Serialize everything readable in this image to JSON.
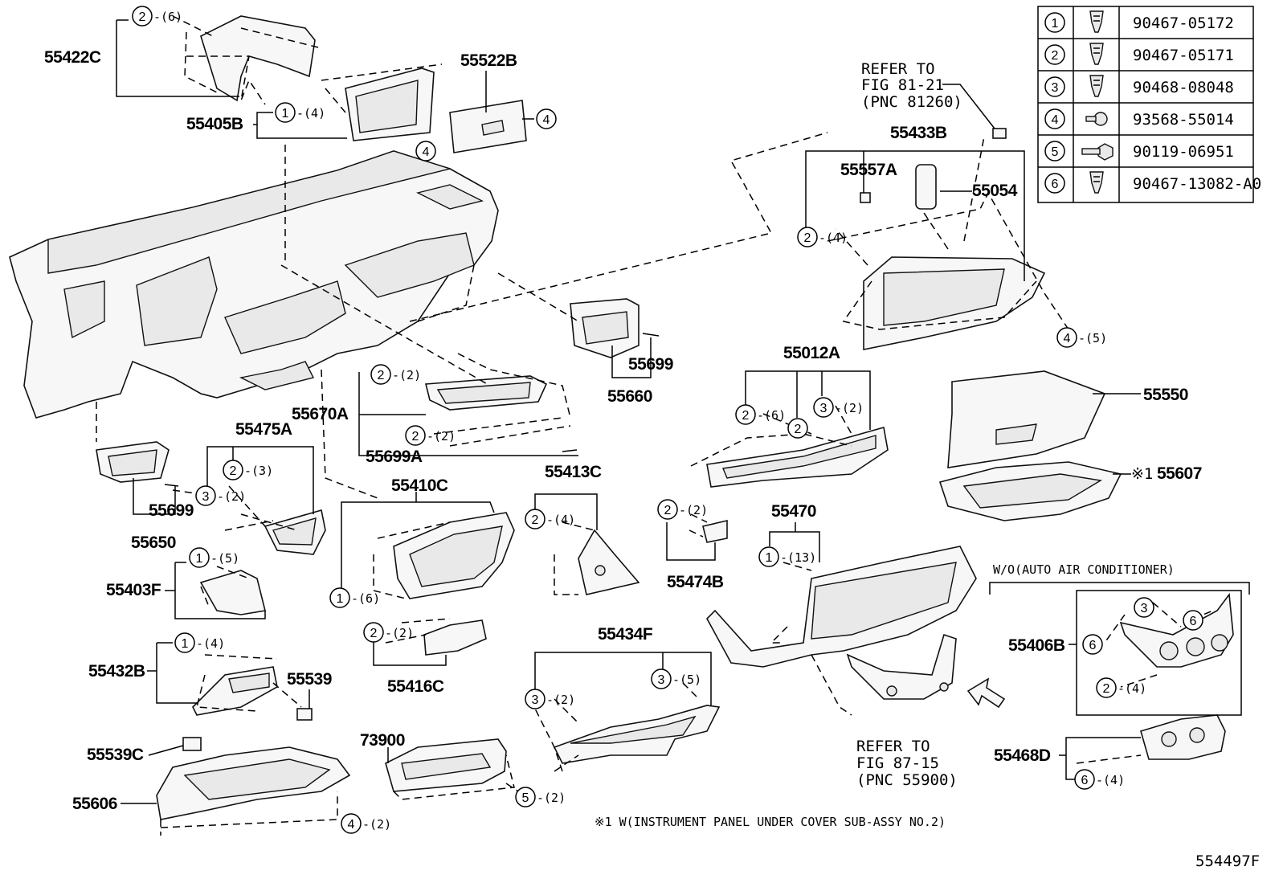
{
  "figure_code": "554497F",
  "legend": [
    {
      "ref": "1",
      "part": "90467-05172",
      "icon": "clip-icon"
    },
    {
      "ref": "2",
      "part": "90467-05171",
      "icon": "clip-icon"
    },
    {
      "ref": "3",
      "part": "90468-08048",
      "icon": "clip-icon"
    },
    {
      "ref": "4",
      "part": "93568-55014",
      "icon": "screw-icon"
    },
    {
      "ref": "5",
      "part": "90119-06951",
      "icon": "bolt-icon"
    },
    {
      "ref": "6",
      "part": "90467-13082-A0",
      "icon": "clip-icon"
    }
  ],
  "labels": {
    "p55422C": "55422C",
    "p55405B": "55405B",
    "p55522B": "55522B",
    "p55433B": "55433B",
    "p55557A": "55557A",
    "p55054": "55054",
    "p55699a": "55699",
    "p55660": "55660",
    "p55670A": "55670A",
    "p55699A": "55699A",
    "p55012A": "55012A",
    "p55550": "55550",
    "p55607": "55607",
    "p55607_mark": "※1",
    "p55475A": "55475A",
    "p55699b": "55699",
    "p55650": "55650",
    "p55410C": "55410C",
    "p55413C": "55413C",
    "p55474B": "55474B",
    "p55470": "55470",
    "p55403F": "55403F",
    "p55432B": "55432B",
    "p55539": "55539",
    "p55416C": "55416C",
    "p55434F": "55434F",
    "p55406B": "55406B",
    "p55539C": "55539C",
    "p73900": "73900",
    "p55606": "55606",
    "p55468D": "55468D"
  },
  "notes": {
    "refer1_line1": "REFER TO",
    "refer1_line2": "FIG 81-21",
    "refer1_line3": "(PNC 81260)",
    "refer2_line1": "REFER TO",
    "refer2_line2": "FIG 87-15",
    "refer2_line3": "(PNC 55900)",
    "wo_auto_ac": "W/O(AUTO AIR CONDITIONER)",
    "footnote": "※1 W(INSTRUMENT PANEL UNDER COVER SUB-ASSY NO.2)"
  },
  "callouts": [
    {
      "id": "c1",
      "ref": "2",
      "qty": "-(6)"
    },
    {
      "id": "c2",
      "ref": "1",
      "qty": "-(4)"
    },
    {
      "id": "c3",
      "ref": "4",
      "qty": ""
    },
    {
      "id": "c4",
      "ref": "4",
      "qty": ""
    },
    {
      "id": "c5",
      "ref": "2",
      "qty": "-(4)"
    },
    {
      "id": "c6",
      "ref": "4",
      "qty": "-(5)"
    },
    {
      "id": "c7",
      "ref": "2",
      "qty": "-(2)"
    },
    {
      "id": "c8",
      "ref": "2",
      "qty": "-(2)"
    },
    {
      "id": "c9",
      "ref": "2",
      "qty": "-(6)"
    },
    {
      "id": "c10",
      "ref": "2",
      "qty": ""
    },
    {
      "id": "c11",
      "ref": "3",
      "qty": "-(2)"
    },
    {
      "id": "c12",
      "ref": "2",
      "qty": "-(3)"
    },
    {
      "id": "c13",
      "ref": "3",
      "qty": "-(2)"
    },
    {
      "id": "c14",
      "ref": "1",
      "qty": "-(6)"
    },
    {
      "id": "c15",
      "ref": "2",
      "qty": "-(4)"
    },
    {
      "id": "c16",
      "ref": "2",
      "qty": "-(2)"
    },
    {
      "id": "c17",
      "ref": "1",
      "qty": "-(13)"
    },
    {
      "id": "c18",
      "ref": "1",
      "qty": "-(5)"
    },
    {
      "id": "c19",
      "ref": "1",
      "qty": "-(4)"
    },
    {
      "id": "c20",
      "ref": "2",
      "qty": "-(2)"
    },
    {
      "id": "c21",
      "ref": "3",
      "qty": "-(5)"
    },
    {
      "id": "c22",
      "ref": "3",
      "qty": "-(2)"
    },
    {
      "id": "c23",
      "ref": "3",
      "qty": ""
    },
    {
      "id": "c24",
      "ref": "6",
      "qty": ""
    },
    {
      "id": "c25",
      "ref": "6",
      "qty": ""
    },
    {
      "id": "c26",
      "ref": "2",
      "qty": "-(4)"
    },
    {
      "id": "c27",
      "ref": "5",
      "qty": "-(2)"
    },
    {
      "id": "c28",
      "ref": "4",
      "qty": "-(2)"
    },
    {
      "id": "c29",
      "ref": "6",
      "qty": "-(4)"
    }
  ]
}
